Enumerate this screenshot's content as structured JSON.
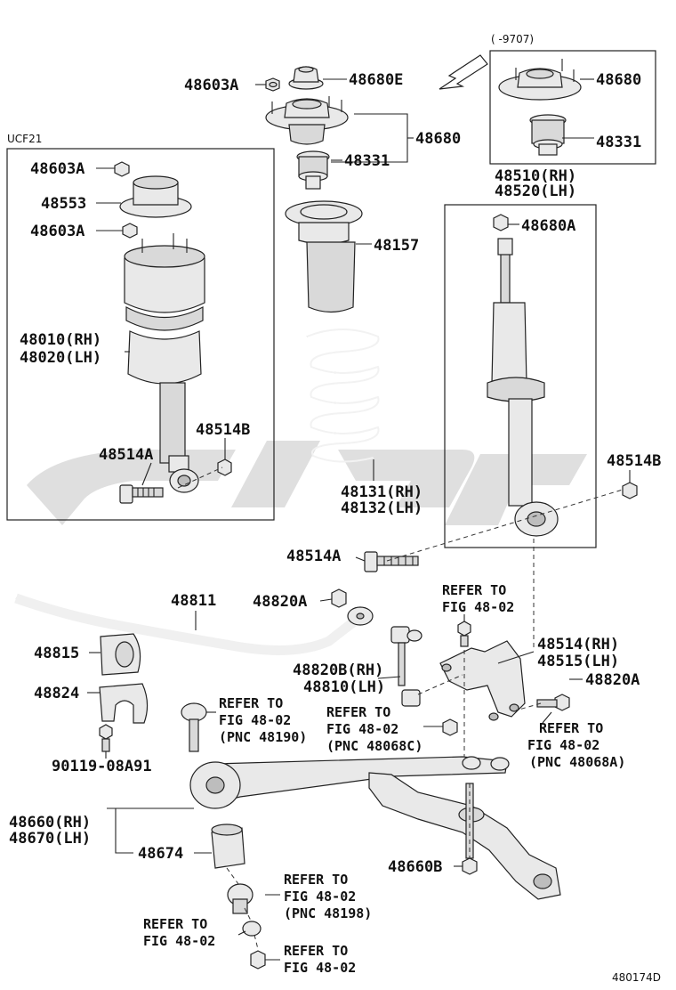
{
  "labels": {
    "p48603A_top": "48603A",
    "p48680E": "48680E",
    "p48680": "48680",
    "p48331": "48331",
    "group_ucf21": "UCF21",
    "p48603A_a": "48603A",
    "p48553": "48553",
    "p48603A_b": "48603A",
    "p48010_rh": "48010(RH)",
    "p48020_lh": "48020(LH)",
    "p48514B_left": "48514B",
    "p48514A_left": "48514A",
    "p48157": "48157",
    "p48131_rh": "48131(RH)",
    "p48132_lh": "48132(LH)",
    "box_range": "(    -9707)",
    "box_48680": "48680",
    "box_48331": "48331",
    "p48510_rh": "48510(RH)",
    "p48520_lh": "48520(LH)",
    "p48680A": "48680A",
    "p48514B_right": "48514B",
    "p48514A_mid": "48514A",
    "p48811": "48811",
    "p48820A_top": "48820A",
    "p48815": "48815",
    "p48824": "48824",
    "p90119": "90119-08A91",
    "p48820B_rh": "48820B(RH)",
    "p48810_lh": "48810(LH)",
    "p48514_rh": "48514(RH)",
    "p48515_lh": "48515(LH)",
    "p48820A_right": "48820A",
    "p48660_rh": "48660(RH)",
    "p48670_lh": "48670(LH)",
    "p48674": "48674",
    "p48660B": "48660B",
    "figure_id": "480174D"
  },
  "refs": {
    "r1_line1": "REFER TO",
    "r1_line2": "FIG 48-02",
    "r2_line1": "REFER TO",
    "r2_line2": "FIG 48-02",
    "r2_pnc": "(PNC 48190)",
    "r3_line1": "REFER TO",
    "r3_line2": "FIG 48-02",
    "r3_pnc": "(PNC 48068C)",
    "r4_line1": "REFER TO",
    "r4_line2": "FIG 48-02",
    "r4_pnc": "(PNC 48068A)",
    "r5_line1": "REFER TO",
    "r5_line2": "FIG 48-02",
    "r5_pnc": "(PNC 48198)",
    "r6_line1": "REFER TO",
    "r6_line2": "FIG 48-02",
    "r7_line1": "REFER TO",
    "r7_line2": "FIG 48-02"
  },
  "colors": {
    "ink": "#111111",
    "part_fill": "#e9e9e9",
    "watermark": "#d4d4d4"
  }
}
